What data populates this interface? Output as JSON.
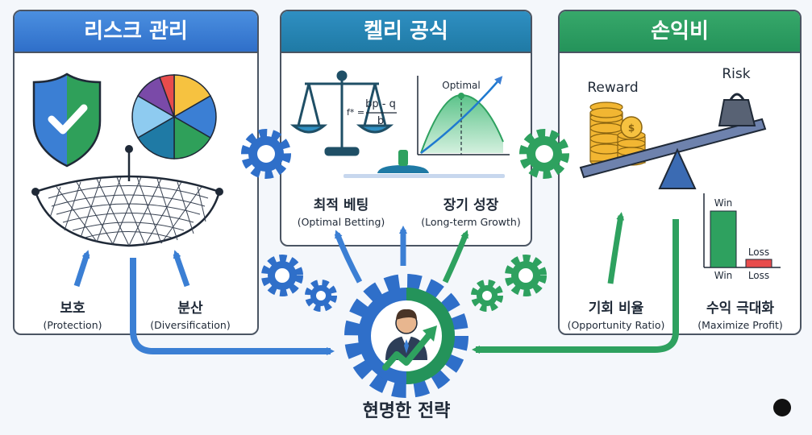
{
  "panels": {
    "risk": {
      "title": "리스크 관리",
      "items": [
        {
          "ko": "보호",
          "en": "(Protection)"
        },
        {
          "ko": "분산",
          "en": "(Diversification)"
        }
      ]
    },
    "kelly": {
      "title": "켈리 공식",
      "formula": {
        "lhs": "f* =",
        "numerator": "bp - q",
        "denominator": "b"
      },
      "chart_label": "Optimal",
      "items": [
        {
          "ko": "최적 베팅",
          "en": "(Optimal Betting)"
        },
        {
          "ko": "장기 성장",
          "en": "(Long-term Growth)"
        }
      ]
    },
    "ratio": {
      "title": "손익비",
      "reward_label": "Reward",
      "risk_label": "Risk",
      "bar_chart": {
        "top_label": "Win",
        "loss_label": "Loss",
        "x_win": "Win",
        "x_loss": "Loss"
      },
      "items": [
        {
          "ko": "기회 비율",
          "en": "(Opportunity Ratio)"
        },
        {
          "ko": "수익 극대화",
          "en": "(Maximize Profit)"
        }
      ]
    }
  },
  "center": {
    "title": "현명한 전략"
  },
  "colors": {
    "blue": "#3b7fd4",
    "teal": "#1f8fb0",
    "green": "#2ea15f",
    "dark": "#1f2937"
  }
}
